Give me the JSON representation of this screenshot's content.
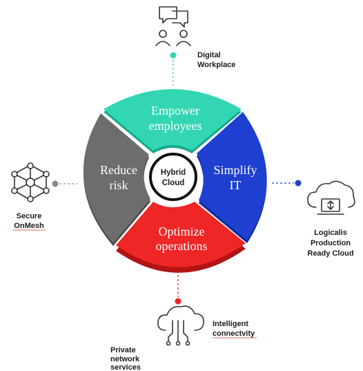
{
  "center": {
    "line1": "Hybrid",
    "line2": "Cloud"
  },
  "segments": {
    "top": {
      "line1": "Empower",
      "line2": "employees",
      "color": "#33d6b3",
      "shade": "#16a88a"
    },
    "right": {
      "line1": "Simplify",
      "line2": "IT",
      "color": "#1f3fd1",
      "shade": "#122a9c"
    },
    "bottom": {
      "line1": "Optimize",
      "line2": "operations",
      "color": "#ee2626",
      "shade": "#b31414"
    },
    "left": {
      "line1": "Reduce",
      "line2": "risk",
      "color": "#6d6d6d",
      "shade": "#4a4a4a"
    }
  },
  "outer": {
    "top": {
      "line1": "Digital",
      "line2": "Workplace",
      "dot_color": "#33d6b3"
    },
    "right": {
      "line1": "Logicalis",
      "line2": "Production",
      "line3": "Ready Cloud",
      "dot_color": "#1f3fd1"
    },
    "bottom": {
      "label1_line1": "Intelligent",
      "label1_line2": "connectvity",
      "label2_line1": "Private",
      "label2_line2": "network",
      "label2_line3": "services",
      "dot_color": "#ee2626"
    },
    "left": {
      "line1": "Secure",
      "line2": "OnMesh",
      "dot_color": "#8a8a8a"
    }
  },
  "icons": {
    "top": "chat-users-icon",
    "right": "cloud-laptop-icon",
    "bottom": "cloud-circuit-icon",
    "left": "mesh-network-icon"
  }
}
